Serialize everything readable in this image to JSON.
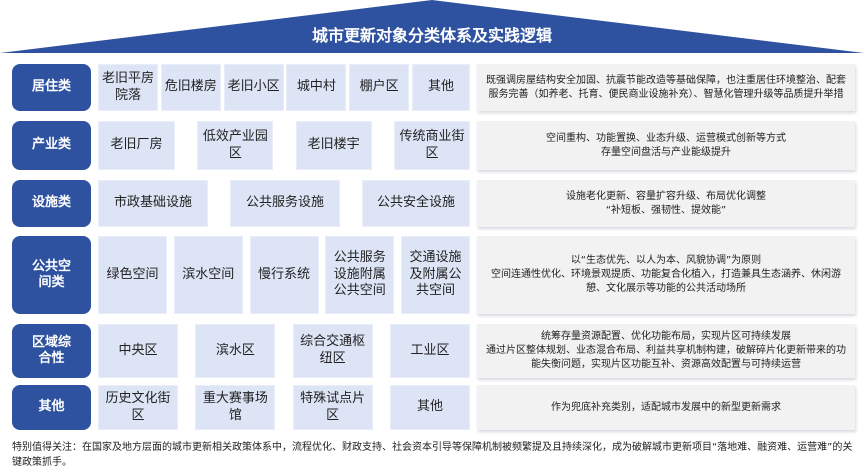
{
  "title": "城市更新对象分类体系及实践逻辑",
  "colors": {
    "primary": "#2E52A0",
    "item_bg": "#DCE4F5",
    "desc_bg": "#F2F2F2"
  },
  "rows": [
    {
      "label": "居住类",
      "items": [
        "老旧平房院落",
        "危旧楼房",
        "老旧小区",
        "城中村",
        "棚户区",
        "其他"
      ],
      "desc": "既强调房屋结构安全加固、抗震节能改造等基础保障，也注重居住环境整治、配套服务完善（如养老、托育、便民商业设施补充）、智慧化管理升级等品质提升举措"
    },
    {
      "label": "产业类",
      "items": [
        "老旧厂房",
        "低效产业园区",
        "老旧楼宇",
        "传统商业街区"
      ],
      "desc": "空间重构、功能置换、业态升级、运营模式创新等方式\n存量空间盘活与产业能级提升"
    },
    {
      "label": "设施类",
      "items": [
        "市政基础设施",
        "公共服务设施",
        "公共安全设施"
      ],
      "desc": "设施老化更新、容量扩容升级、布局优化调整\n“补短板、强韧性、提效能”"
    },
    {
      "label": "公共空间类",
      "items": [
        "绿色空间",
        "滨水空间",
        "慢行系统",
        "公共服务设施附属公共空间",
        "交通设施及附属公共空间"
      ],
      "desc": "以“生态优先、以人为本、风貌协调”为原则\n空间连通性优化、环境景观提质、功能复合化植入，打造兼具生态涵养、休闲游憩、文化展示等功能的公共活动场所"
    },
    {
      "label": "区域综合性",
      "items": [
        "中央区",
        "滨水区",
        "综合交通枢纽区",
        "工业区"
      ],
      "desc": "统筹存量资源配置、优化功能布局，实现片区可持续发展\n通过片区整体规划、业态混合布局、利益共享机制构建，破解碎片化更新带来的功能失衡问题，实现片区功能互补、资源高效配置与可持续运营"
    },
    {
      "label": "其他",
      "items": [
        "历史文化街区",
        "重大赛事场馆",
        "特殊试点片区",
        "其他"
      ],
      "desc": "作为兜底补充类别，适配城市发展中的新型更新需求"
    }
  ],
  "note": "特别值得关注：在国家及地方层面的城市更新相关政策体系中，流程优化、财政支持、社会资本引导等保障机制被频繁提及且持续深化，成为破解城市更新项目“落地难、融资难、运营难”的关键政策抓手。"
}
